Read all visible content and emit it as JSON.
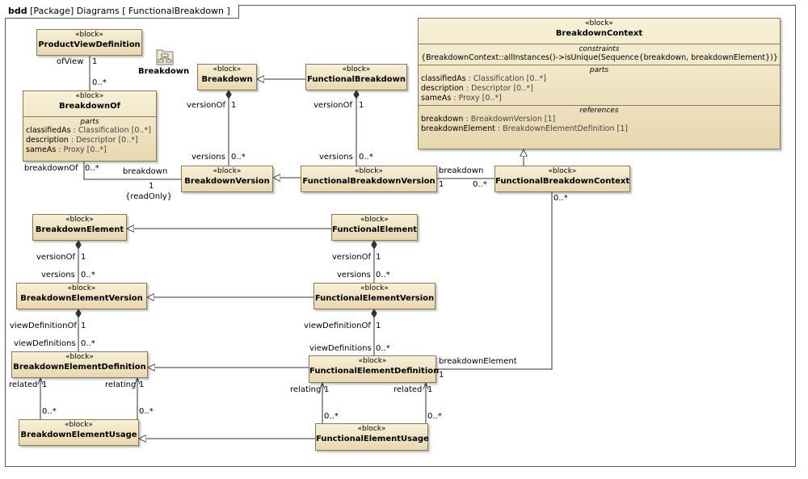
{
  "frame": {
    "kind": "bdd",
    "title": "[Package] Diagrams [ FunctionalBreakdown ]"
  },
  "package_icon_label": "Breakdown",
  "blocks": {
    "product_view_definition": {
      "stereotype": "«block»",
      "name": "ProductViewDefinition"
    },
    "breakdown_of": {
      "stereotype": "«block»",
      "name": "BreakdownOf",
      "parts_title": "parts",
      "parts": [
        {
          "name": "classifiedAs",
          "type": " : Classification [0..*]"
        },
        {
          "name": "description",
          "type": " : Descriptor [0..*]"
        },
        {
          "name": "sameAs",
          "type": " : Proxy [0..*]"
        }
      ]
    },
    "breakdown": {
      "stereotype": "«block»",
      "name": "Breakdown"
    },
    "functional_breakdown": {
      "stereotype": "«block»",
      "name": "FunctionalBreakdown"
    },
    "breakdown_context": {
      "stereotype": "«block»",
      "name": "BreakdownContext",
      "constraints_title": "constraints",
      "constraint": "{BreakdownContext::allInstances()->isUnique(Sequence{breakdown, breakdownElement})}",
      "parts_title": "parts",
      "parts": [
        {
          "name": "classifiedAs",
          "type": " : Classification [0..*]"
        },
        {
          "name": "description",
          "type": " : Descriptor [0..*]"
        },
        {
          "name": "sameAs",
          "type": " : Proxy [0..*]"
        }
      ],
      "references_title": "references",
      "references": [
        {
          "name": "breakdown",
          "type": " : BreakdownVersion [1]"
        },
        {
          "name": "breakdownElement",
          "type": " : BreakdownElementDefinition [1]"
        }
      ]
    },
    "breakdown_version": {
      "stereotype": "«block»",
      "name": "BreakdownVersion"
    },
    "functional_breakdown_version": {
      "stereotype": "«block»",
      "name": "FunctionalBreakdownVersion"
    },
    "functional_breakdown_context": {
      "stereotype": "«block»",
      "name": "FunctionalBreakdownContext"
    },
    "breakdown_element": {
      "stereotype": "«block»",
      "name": "BreakdownElement"
    },
    "functional_element": {
      "stereotype": "«block»",
      "name": "FunctionalElement"
    },
    "breakdown_element_version": {
      "stereotype": "«block»",
      "name": "BreakdownElementVersion"
    },
    "functional_element_version": {
      "stereotype": "«block»",
      "name": "FunctionalElementVersion"
    },
    "breakdown_element_definition": {
      "stereotype": "«block»",
      "name": "BreakdownElementDefinition"
    },
    "functional_element_definition": {
      "stereotype": "«block»",
      "name": "FunctionalElementDefinition"
    },
    "breakdown_element_usage": {
      "stereotype": "«block»",
      "name": "BreakdownElementUsage"
    },
    "functional_element_usage": {
      "stereotype": "«block»",
      "name": "FunctionalElementUsage"
    }
  },
  "edge_labels": {
    "ofview": "ofView",
    "ofview_mult": "1",
    "ofview_many": "0..*",
    "breakdownof_role": "breakdownOf",
    "breakdownof_many": "0..*",
    "breakdown_role": "breakdown",
    "breakdown_one": "1",
    "readonly": "{readOnly}",
    "bd_versionof": "versionOf",
    "bd_versionof_mult": "1",
    "bd_versions": "versions",
    "bd_versions_mult": "0..*",
    "fb_versionof": "versionOf",
    "fb_versionof_mult": "1",
    "fb_versions": "versions",
    "fb_versions_mult": "0..*",
    "fbc_breakdown": "breakdown",
    "fbc_one": "1",
    "fbc_many": "0..*",
    "fbc_elem_many": "0..*",
    "be_versionof": "versionOf",
    "be_versionof_mult": "1",
    "be_versions": "versions",
    "be_versions_mult": "0..*",
    "fe_versionof": "versionOf",
    "fe_versionof_mult": "1",
    "fe_versions": "versions",
    "fe_versions_mult": "0..*",
    "bev_viewdef_of": "viewDefinitionOf",
    "bev_viewdef_of_mult": "1",
    "bev_viewdefs": "viewDefinitions",
    "bev_viewdefs_mult": "0..*",
    "fev_viewdef_of": "viewDefinitionOf",
    "fev_viewdef_of_mult": "1",
    "fev_viewdefs": "viewDefinitions",
    "fev_viewdefs_mult": "0..*",
    "fed_breakdown_element": "breakdownElement",
    "fed_be_one": "1",
    "bed_related": "related",
    "bed_related_one": "1",
    "bed_related_many": "0..*",
    "bed_relating": "relating",
    "bed_relating_one": "1",
    "bed_relating_many": "0..*",
    "fed_relating": "relating",
    "fed_relating_one": "1",
    "fed_relating_many": "0..*",
    "fed_related": "related",
    "fed_related_one": "1",
    "fed_related_many": "0..*"
  }
}
